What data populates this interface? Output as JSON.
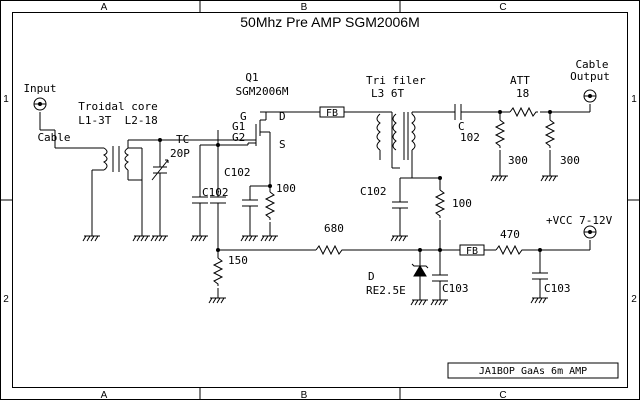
{
  "title": "50Mhz Pre AMP SGM2006M",
  "grid": {
    "top_letters": [
      "A",
      "B",
      "C"
    ],
    "bottom_letters": [
      "A",
      "B",
      "C"
    ],
    "left_numbers": [
      "1",
      "2"
    ],
    "right_numbers": [
      "1",
      "2"
    ]
  },
  "labels": {
    "input": "Input",
    "input_cable": "Cable",
    "toroid_title": "Troidal core",
    "toroid_windings": "L1-3T  L2-18",
    "tc_name": "TC",
    "tc_value": "20P",
    "q1_name": "Q1",
    "q1_part": "SGM2006M",
    "pin_g": "G",
    "pin_g1": "G1",
    "pin_g2": "G2",
    "pin_d": "D",
    "pin_s": "S",
    "fb1": "FB",
    "fb2": "FB",
    "c_gate": "C102",
    "c_g2": "C102",
    "r_source": "100",
    "filter_title": "Tri filer",
    "filter_coil": "L3 6T",
    "c_filter": "C102",
    "r_filter": "100",
    "c_coupling_name": "C",
    "c_coupling_value": "102",
    "att_title": "ATT",
    "att_series": "18",
    "att_shunt1": "300",
    "att_shunt2": "300",
    "cable_output_1": "Cable",
    "cable_output_2": "Output",
    "r_680": "680",
    "r_150": "150",
    "r_470": "470",
    "diode_name": "D",
    "diode_part": "RE2.5E",
    "c_diode": "C103",
    "c_vcc": "C103",
    "vcc": "+VCC 7-12V",
    "footer": "JA1BOP GaAs 6m AMP"
  }
}
